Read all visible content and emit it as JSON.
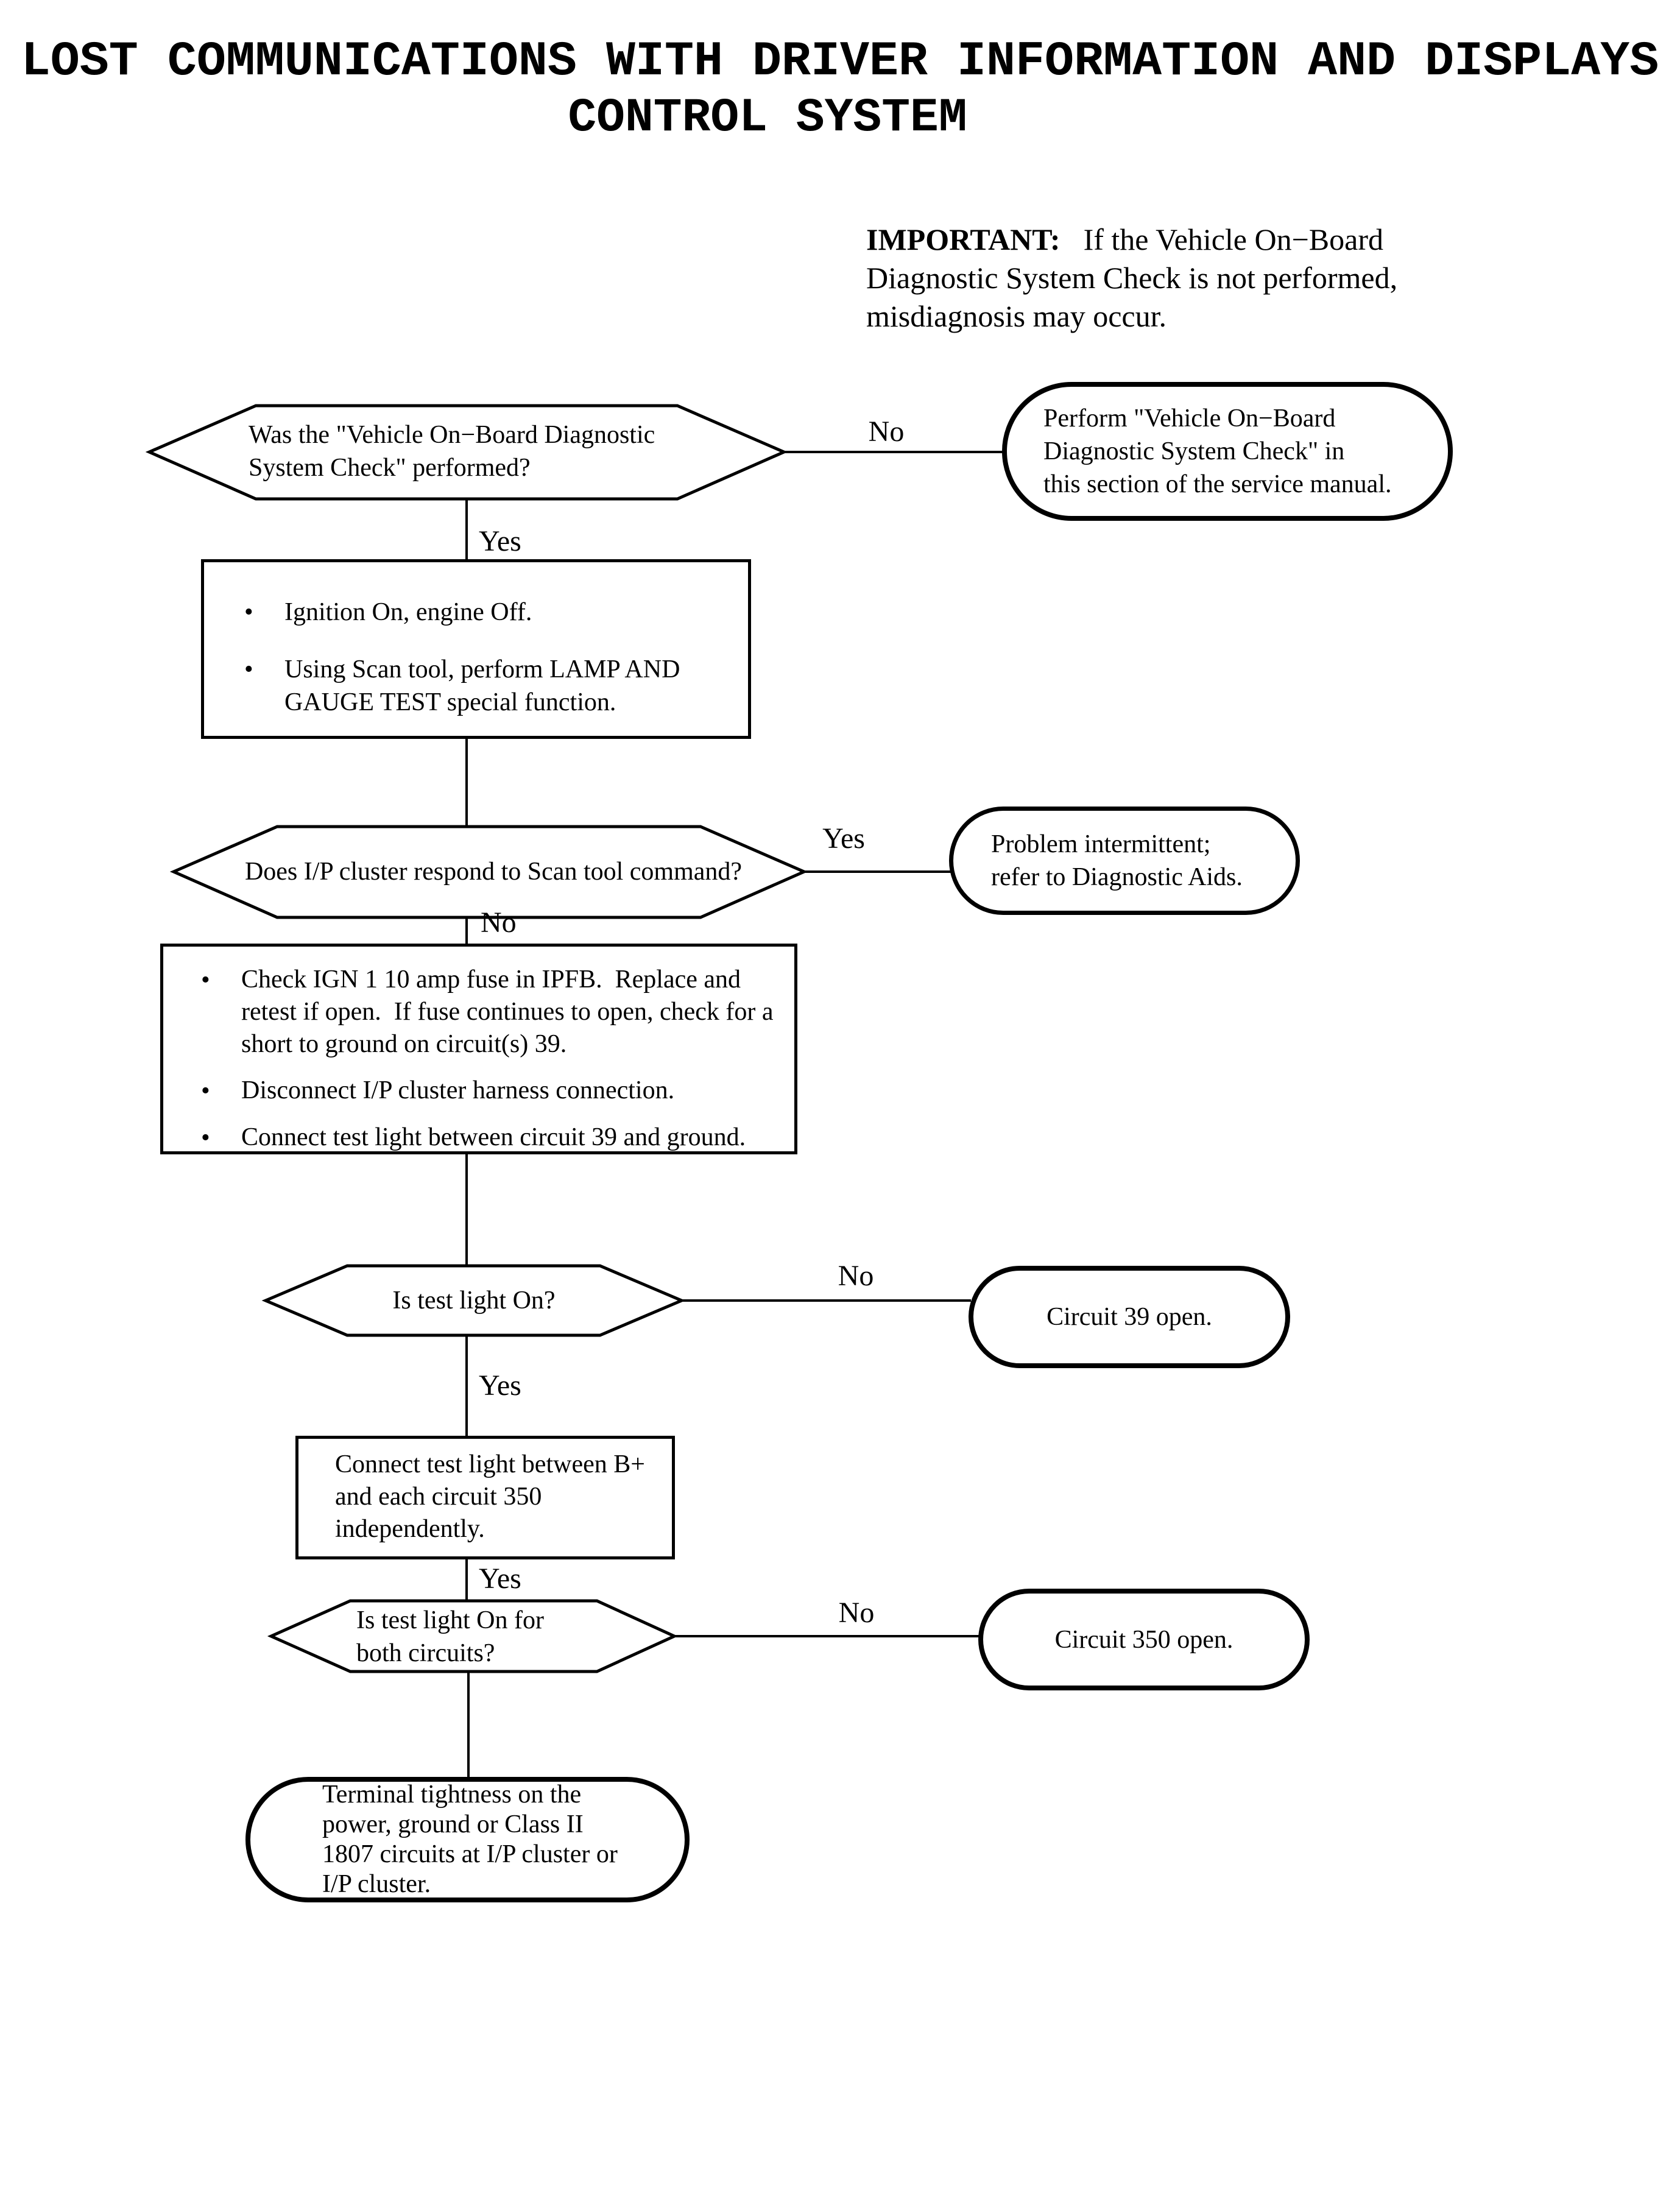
{
  "title": {
    "line1": "LOST COMMUNICATIONS WITH DRIVER INFORMATION AND DISPLAYS",
    "line2": "CONTROL SYSTEM"
  },
  "important": {
    "label": "IMPORTANT:",
    "line1": "If the Vehicle On−Board",
    "line2": "Diagnostic System Check is not performed,",
    "line3": "misdiagnosis may occur."
  },
  "glyphs": {
    "bullet": "•"
  },
  "colors": {
    "ink": "#000000",
    "paper": "#ffffff"
  },
  "flow": {
    "q1": {
      "text": "Was the \"Vehicle On−Board Diagnostic\nSystem Check\" performed?",
      "no_label": "No",
      "yes_label": "Yes"
    },
    "a1": {
      "text": "Perform \"Vehicle On−Board\nDiagnostic System Check\" in\nthis section of the service manual."
    },
    "step1": {
      "bullets": [
        "Ignition On, engine Off.",
        "Using Scan tool, perform LAMP AND\nGAUGE TEST special function."
      ]
    },
    "q2": {
      "text": "Does I/P cluster respond to Scan tool command?",
      "yes_label": "Yes",
      "no_label": "No"
    },
    "a2": {
      "text": "Problem intermittent;\nrefer to Diagnostic Aids."
    },
    "step2": {
      "bullets": [
        "Check IGN 1 10 amp fuse in IPFB.  Replace and\nretest if open.  If fuse continues to open, check for a\nshort to ground on circuit(s) 39.",
        "Disconnect I/P cluster harness connection.",
        "Connect test light between circuit 39 and ground."
      ]
    },
    "q3": {
      "text": "Is test light On?",
      "no_label": "No",
      "yes_label": "Yes"
    },
    "a3": {
      "text": "Circuit 39 open."
    },
    "step3": {
      "text": "Connect test light between B+\nand each circuit 350\nindependently.",
      "yes_label": "Yes"
    },
    "q4": {
      "text": "Is test light On for\nboth circuits?",
      "no_label": "No"
    },
    "a4": {
      "text": "Circuit 350 open."
    },
    "a5": {
      "text": "Terminal tightness on the\npower, ground or Class II\n1807 circuits at I/P cluster or\nI/P cluster."
    }
  }
}
